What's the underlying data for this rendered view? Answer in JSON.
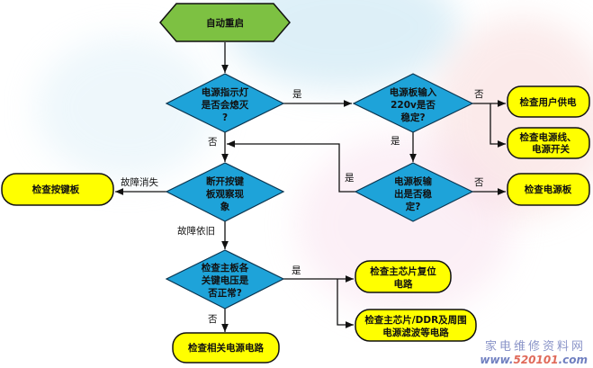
{
  "start": "自动重启",
  "d1": [
    "电源指示灯",
    "是否会熄灭",
    "?"
  ],
  "d2": [
    "电源板输入",
    "220v是否",
    "稳定?"
  ],
  "d3": [
    "电源板输",
    "出是否稳",
    "定?"
  ],
  "d4": [
    "断开按键",
    "板观察现",
    "象"
  ],
  "d5": [
    "检查主板各",
    "关键电压是",
    "否正常?"
  ],
  "boxes": {
    "user_power": "检查用户供电",
    "power_cord": [
      "检查电源线、",
      "电源开关"
    ],
    "power_board": "检查电源板",
    "key_board": "检查按键板",
    "reset": [
      "检查主芯片复位",
      "电路"
    ],
    "ddr": [
      "检查主芯片/DDR及周围",
      "电源滤波等电路"
    ],
    "related_power": "检查相关电源电路"
  },
  "labels": {
    "yes": "是",
    "no": "否",
    "fault_gone": "故障消失",
    "fault_remains": "故障依旧"
  },
  "watermark": {
    "name": "家电维修资料网",
    "url_prefix": "www.",
    "url_num": "520101",
    "url_suffix": ".com"
  }
}
